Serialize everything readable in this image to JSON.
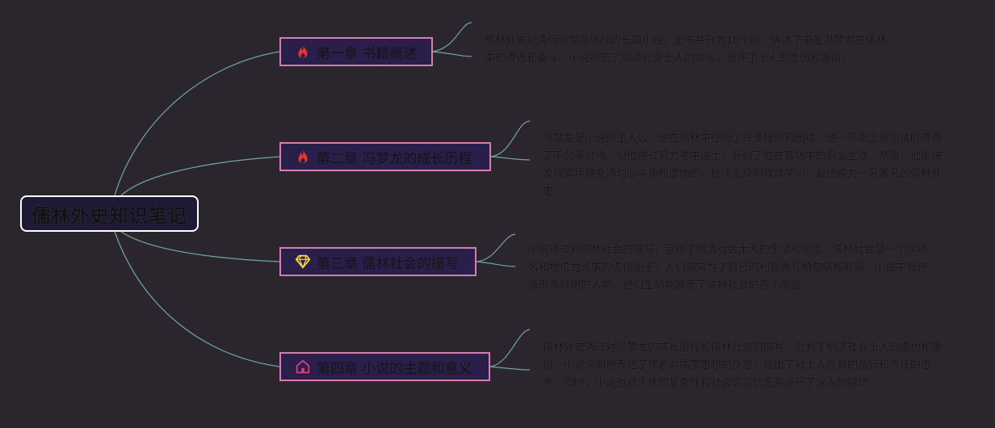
{
  "root": {
    "title": "儒林外史知识笔记"
  },
  "chapters": [
    {
      "title": "第一章 书籍概述",
      "icon": "fire-icon",
      "note": "儒林外史是清代作家吴敬梓的长篇小说，全书共分为10个回，讲述了书生冯梦龙在儒林中的遭遇和奋斗。小说揭示了明清社会士人的命运，批评了士人的虚伪和庸俗。"
    },
    {
      "title": "第二章 冯梦龙的成长历程",
      "icon": "fire-icon",
      "note": "冯梦龙是小说的主人公，他在儒林中经历了许多挫折和困境。他一开始上京应试时遭遇了不公平对待，但他通过努力考中进士，开始了他在官场中的职业生涯。然而，他很快发现官场是充满勾心斗角和虚伪的，他决定辞职攻读学问，最终成为一名著名的儒林外史。"
    },
    {
      "title": "第三章 儒林社会的描写",
      "icon": "diamond-icon",
      "note": "小说通过对儒林社会的描写，呈现了明清社会士人的生活和命运。儒林社会是一个以功名和地位为追求的虚伪圈子，人们常常为了自己的利益而互相勾结和欺骗。小说中有许多形象鲜明的人物，他们生动地展示了儒林社会的各个层面。"
    },
    {
      "title": "第四章 小说的主题和意义",
      "icon": "home-icon",
      "note": "儒林外史通过对冯梦龙的成长历程和儒林社会的描写，批判了明清社会士人的虚伪和庸俗。小说深刻地表达了作者对儒家思想的反思，提出了对士人应有的品行和责任的思考。同时，小说也对人性的复杂性和社会现实的无奈进行了深入的探讨。"
    }
  ],
  "colors": {
    "background": "#2b262d",
    "connector": "#6fa79f",
    "chapter_border": "#d97db0",
    "chapter_fill": "#2a1f4a",
    "root_border": "#ffffff",
    "fire": "#e8352a",
    "diamond": "#f2d83a",
    "home": "#d93f7a"
  }
}
